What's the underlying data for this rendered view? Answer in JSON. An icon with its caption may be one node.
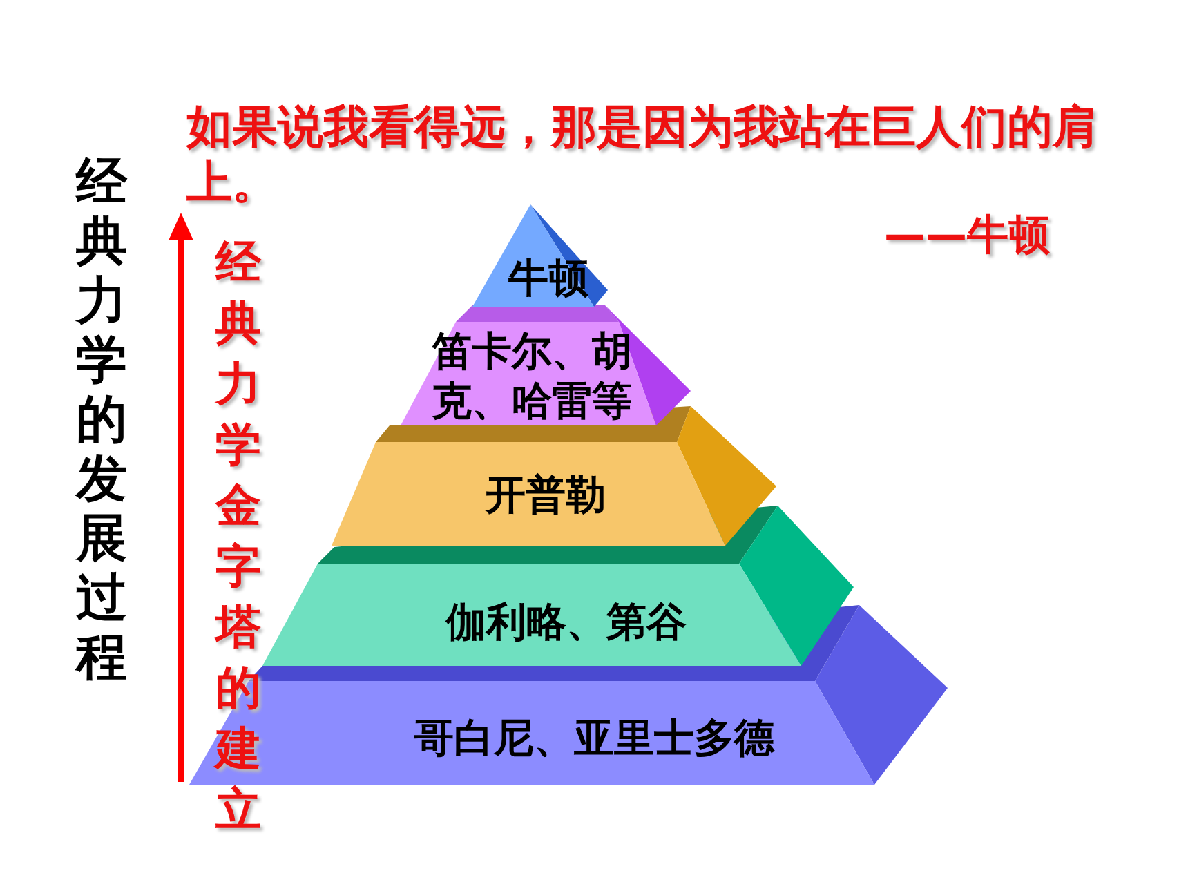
{
  "diagram": {
    "title": "经典力学的发展过程",
    "nodes": [
      {
        "text": [
          "牛顿"
        ]
      },
      {
        "text": [
          "笛卡尔、胡克、哈雷等"
        ]
      },
      {
        "text": [
          "开普勒"
        ]
      },
      {
        "text": [
          "伽利略、第谷"
        ]
      },
      {
        "text": [
          "哥白尼、亚里士多德"
        ]
      }
    ],
    "labels": [
      "如果说我看得远，那是因为我站在巨人们的肩上。",
      "——牛顿",
      "经典力学金字塔的建立"
    ]
  }
}
